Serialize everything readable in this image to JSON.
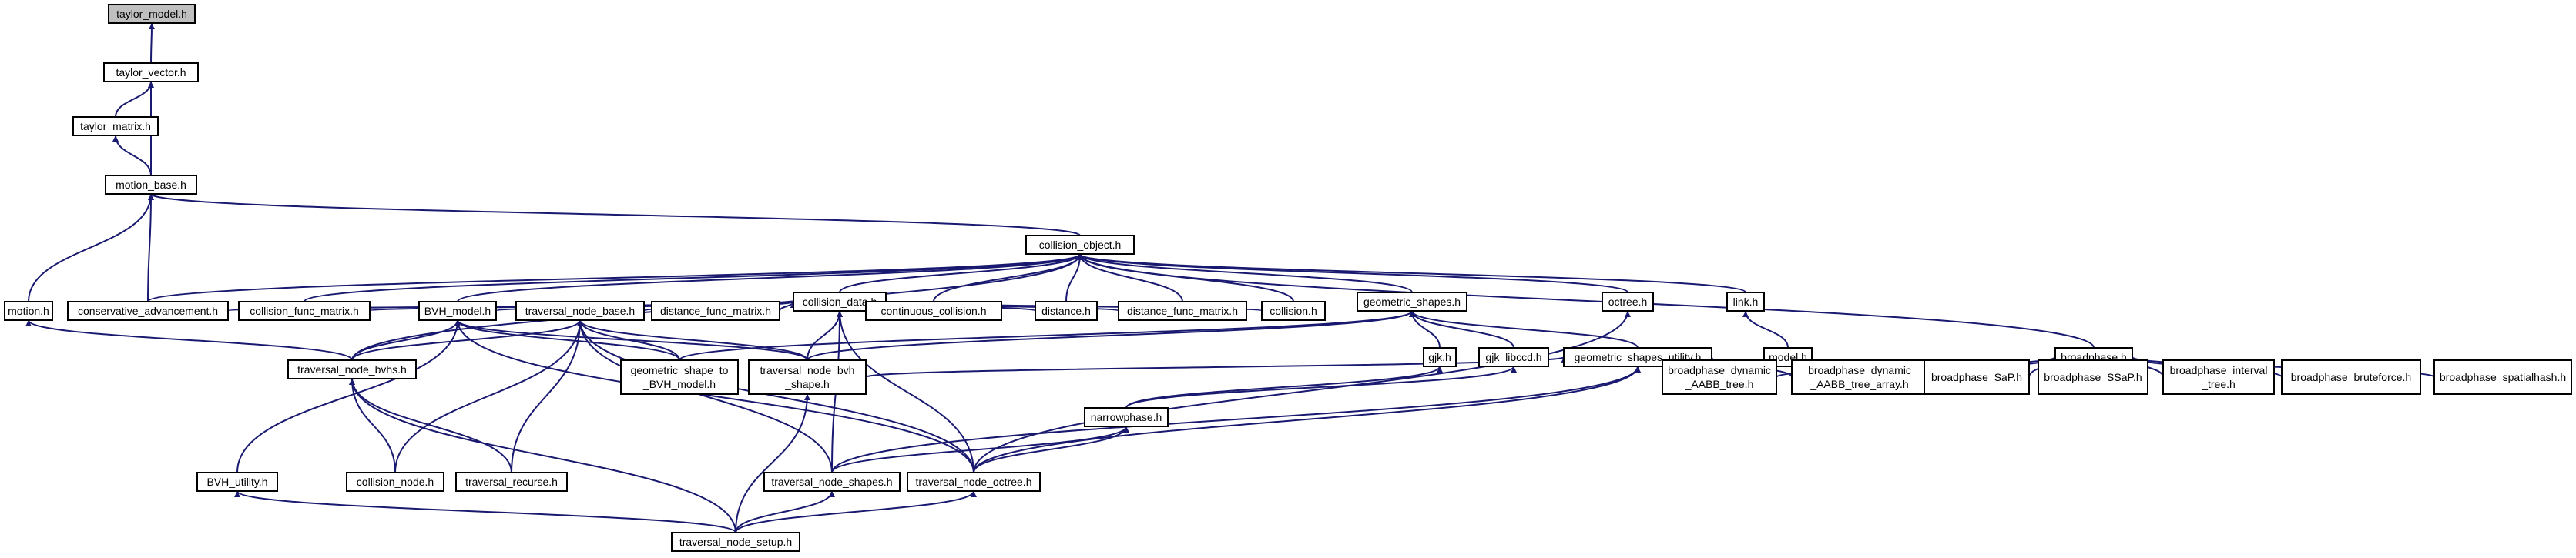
{
  "colors": {
    "edge": "#191970",
    "highlight": "#bfbfbf",
    "node_border": "#000000",
    "background": "#ffffff"
  },
  "nodes": [
    {
      "id": "taylor_model",
      "lines": [
        "taylor_model.h"
      ],
      "highlight": true
    },
    {
      "id": "taylor_vector",
      "lines": [
        "taylor_vector.h"
      ]
    },
    {
      "id": "taylor_matrix",
      "lines": [
        "taylor_matrix.h"
      ]
    },
    {
      "id": "motion_base",
      "lines": [
        "motion_base.h"
      ]
    },
    {
      "id": "collision_object",
      "lines": [
        "collision_object.h"
      ]
    },
    {
      "id": "motion",
      "lines": [
        "motion.h"
      ]
    },
    {
      "id": "conservative_advancement",
      "lines": [
        "conservative_advancement.h"
      ]
    },
    {
      "id": "collision_data",
      "lines": [
        "collision_data.h"
      ]
    },
    {
      "id": "geometric_shapes",
      "lines": [
        "geometric_shapes.h"
      ]
    },
    {
      "id": "octree",
      "lines": [
        "octree.h"
      ]
    },
    {
      "id": "link",
      "lines": [
        "link.h"
      ]
    },
    {
      "id": "model",
      "lines": [
        "model.h"
      ]
    },
    {
      "id": "collision_func_matrix",
      "lines": [
        "collision_func_matrix.h"
      ]
    },
    {
      "id": "bvh_model",
      "lines": [
        "BVH_model.h"
      ]
    },
    {
      "id": "traversal_node_base",
      "lines": [
        "traversal_node_base.h"
      ]
    },
    {
      "id": "distance_func_matrix",
      "lines": [
        "distance_func_matrix.h"
      ]
    },
    {
      "id": "continuous_collision",
      "lines": [
        "continuous_collision.h"
      ]
    },
    {
      "id": "distance",
      "lines": [
        "distance.h"
      ]
    },
    {
      "id": "distance_func_matrix2",
      "lines": [
        "distance_func_matrix.h"
      ]
    },
    {
      "id": "collision",
      "lines": [
        "collision.h"
      ]
    },
    {
      "id": "gjk",
      "lines": [
        "gjk.h"
      ]
    },
    {
      "id": "gjk_libccd",
      "lines": [
        "gjk_libccd.h"
      ]
    },
    {
      "id": "geometric_shapes_utility",
      "lines": [
        "geometric_shapes_utility.h"
      ]
    },
    {
      "id": "broadphase",
      "lines": [
        "broadphase.h"
      ]
    },
    {
      "id": "traversal_node_bvhs",
      "lines": [
        "traversal_node_bvhs.h"
      ]
    },
    {
      "id": "geometric_shape_to_bvh_model",
      "lines": [
        "geometric_shape_to",
        "_BVH_model.h"
      ]
    },
    {
      "id": "traversal_node_bvh_shape",
      "lines": [
        "traversal_node_bvh",
        "_shape.h"
      ]
    },
    {
      "id": "narrowphase",
      "lines": [
        "narrowphase.h"
      ]
    },
    {
      "id": "broadphase_dynamic_aabb_tree",
      "lines": [
        "broadphase_dynamic",
        "_AABB_tree.h"
      ]
    },
    {
      "id": "broadphase_dynamic_aabb_tree_array",
      "lines": [
        "broadphase_dynamic",
        "_AABB_tree_array.h"
      ]
    },
    {
      "id": "broadphase_sap",
      "lines": [
        "broadphase_SaP.h"
      ]
    },
    {
      "id": "broadphase_ssap",
      "lines": [
        "broadphase_SSaP.h"
      ]
    },
    {
      "id": "broadphase_interval_tree",
      "lines": [
        "broadphase_interval",
        "_tree.h"
      ]
    },
    {
      "id": "broadphase_bruteforce",
      "lines": [
        "broadphase_bruteforce.h"
      ]
    },
    {
      "id": "broadphase_spatialhash",
      "lines": [
        "broadphase_spatialhash.h"
      ]
    },
    {
      "id": "bvh_utility",
      "lines": [
        "BVH_utility.h"
      ]
    },
    {
      "id": "collision_node",
      "lines": [
        "collision_node.h"
      ]
    },
    {
      "id": "traversal_recurse",
      "lines": [
        "traversal_recurse.h"
      ]
    },
    {
      "id": "traversal_node_shapes",
      "lines": [
        "traversal_node_shapes.h"
      ]
    },
    {
      "id": "traversal_node_octree",
      "lines": [
        "traversal_node_octree.h"
      ]
    },
    {
      "id": "traversal_node_setup",
      "lines": [
        "traversal_node_setup.h"
      ]
    }
  ],
  "edges": [
    [
      "taylor_vector",
      "taylor_model"
    ],
    [
      "taylor_matrix",
      "taylor_vector"
    ],
    [
      "motion_base",
      "taylor_vector"
    ],
    [
      "motion_base",
      "taylor_matrix"
    ],
    [
      "collision_object",
      "motion_base"
    ],
    [
      "motion",
      "motion_base"
    ],
    [
      "conservative_advancement",
      "motion_base"
    ],
    [
      "conservative_advancement",
      "collision_object"
    ],
    [
      "conservative_advancement",
      "collision_data"
    ],
    [
      "collision_data",
      "collision_object"
    ],
    [
      "geometric_shapes",
      "collision_object"
    ],
    [
      "octree",
      "collision_object"
    ],
    [
      "link",
      "collision_object"
    ],
    [
      "model",
      "link"
    ],
    [
      "broadphase",
      "collision_object"
    ],
    [
      "collision_func_matrix",
      "collision_object"
    ],
    [
      "collision_func_matrix",
      "collision_data"
    ],
    [
      "bvh_model",
      "collision_object"
    ],
    [
      "bvh_model",
      "collision_data"
    ],
    [
      "traversal_node_base",
      "collision_data"
    ],
    [
      "distance_func_matrix",
      "collision_data"
    ],
    [
      "continuous_collision",
      "collision_object"
    ],
    [
      "continuous_collision",
      "collision_data"
    ],
    [
      "distance",
      "collision_object"
    ],
    [
      "distance",
      "collision_data"
    ],
    [
      "distance_func_matrix2",
      "collision_object"
    ],
    [
      "distance_func_matrix2",
      "collision_data"
    ],
    [
      "collision",
      "collision_object"
    ],
    [
      "collision",
      "collision_data"
    ],
    [
      "gjk",
      "geometric_shapes"
    ],
    [
      "gjk_libccd",
      "geometric_shapes"
    ],
    [
      "geometric_shapes_utility",
      "geometric_shapes"
    ],
    [
      "traversal_node_bvhs",
      "motion"
    ],
    [
      "traversal_node_bvhs",
      "bvh_model"
    ],
    [
      "traversal_node_bvhs",
      "traversal_node_base"
    ],
    [
      "traversal_node_bvhs",
      "collision_object"
    ],
    [
      "geometric_shape_to_bvh_model",
      "bvh_model"
    ],
    [
      "geometric_shape_to_bvh_model",
      "traversal_node_base"
    ],
    [
      "geometric_shape_to_bvh_model",
      "geometric_shapes"
    ],
    [
      "traversal_node_bvh_shape",
      "traversal_node_base"
    ],
    [
      "traversal_node_bvh_shape",
      "bvh_model"
    ],
    [
      "traversal_node_bvh_shape",
      "collision_data"
    ],
    [
      "traversal_node_bvh_shape",
      "geometric_shapes"
    ],
    [
      "traversal_node_bvh_shape",
      "geometric_shapes_utility"
    ],
    [
      "narrowphase",
      "gjk"
    ],
    [
      "narrowphase",
      "gjk_libccd"
    ],
    [
      "broadphase_dynamic_aabb_tree",
      "broadphase"
    ],
    [
      "broadphase_dynamic_aabb_tree",
      "geometric_shapes_utility"
    ],
    [
      "broadphase_dynamic_aabb_tree_array",
      "broadphase"
    ],
    [
      "broadphase_dynamic_aabb_tree_array",
      "geometric_shapes_utility"
    ],
    [
      "broadphase_sap",
      "broadphase"
    ],
    [
      "broadphase_ssap",
      "broadphase"
    ],
    [
      "broadphase_interval_tree",
      "broadphase"
    ],
    [
      "broadphase_bruteforce",
      "broadphase"
    ],
    [
      "broadphase_spatialhash",
      "broadphase"
    ],
    [
      "bvh_utility",
      "bvh_model"
    ],
    [
      "collision_node",
      "traversal_node_bvhs"
    ],
    [
      "collision_node",
      "traversal_node_base"
    ],
    [
      "traversal_recurse",
      "traversal_node_bvhs"
    ],
    [
      "traversal_recurse",
      "traversal_node_base"
    ],
    [
      "traversal_node_shapes",
      "traversal_node_base"
    ],
    [
      "traversal_node_shapes",
      "narrowphase"
    ],
    [
      "traversal_node_shapes",
      "geometric_shapes_utility"
    ],
    [
      "traversal_node_shapes",
      "collision_data"
    ],
    [
      "traversal_node_octree",
      "traversal_node_base"
    ],
    [
      "traversal_node_octree",
      "narrowphase"
    ],
    [
      "traversal_node_octree",
      "octree"
    ],
    [
      "traversal_node_octree",
      "geometric_shapes_utility"
    ],
    [
      "traversal_node_octree",
      "bvh_model"
    ],
    [
      "traversal_node_octree",
      "collision_data"
    ],
    [
      "traversal_node_setup",
      "traversal_node_bvhs"
    ],
    [
      "traversal_node_setup",
      "traversal_node_bvh_shape"
    ],
    [
      "traversal_node_setup",
      "traversal_node_shapes"
    ],
    [
      "traversal_node_setup",
      "traversal_node_octree"
    ],
    [
      "traversal_node_setup",
      "bvh_utility"
    ]
  ]
}
